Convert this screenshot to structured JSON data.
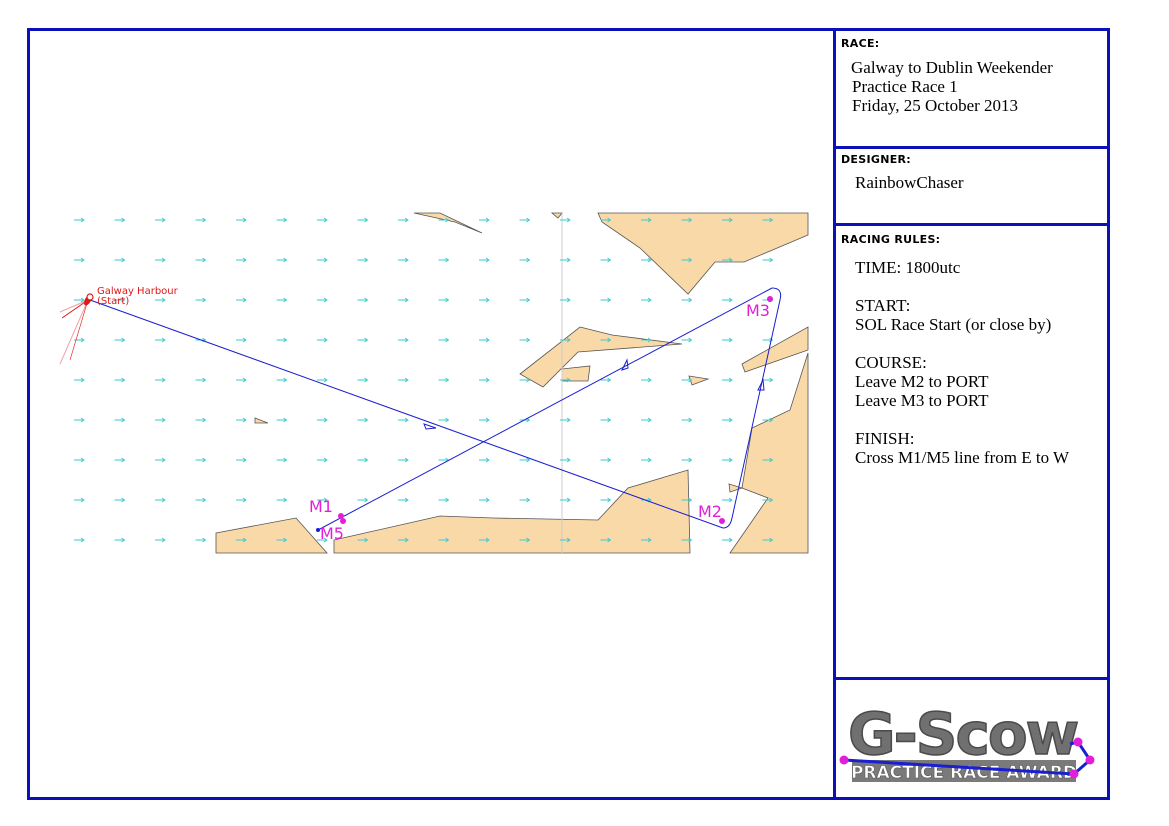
{
  "race": {
    "heading": "RACE:",
    "lines": [
      "Galway to Dublin Weekender",
      "Practice Race 1",
      "Friday, 25 October 2013"
    ]
  },
  "designer": {
    "heading": "DESIGNER:",
    "name": "RainbowChaser"
  },
  "rules": {
    "heading": "RACING RULES:",
    "time": "TIME: 1800utc",
    "start_title": "START:",
    "start_text": "SOL Race Start (or close by)",
    "course_title": "COURSE:",
    "course_lines": [
      "Leave M2 to PORT",
      "Leave M3 to PORT"
    ],
    "finish_title": "FINISH:",
    "finish_text": "Cross M1/M5 line from E to W"
  },
  "map": {
    "start_label": "Galway Harbour",
    "start_sub": "(Start)",
    "marks": [
      "M1",
      "M5",
      "M2",
      "M3"
    ],
    "colors": {
      "land": "#fad9a8",
      "course": "#1a1fd0",
      "mark": "#e020d8",
      "wind": "#3ec9cf",
      "start": "#e01818"
    }
  },
  "logo": {
    "title": "G-Scow",
    "subtitle": "PRACTICE RACE AWARD"
  }
}
